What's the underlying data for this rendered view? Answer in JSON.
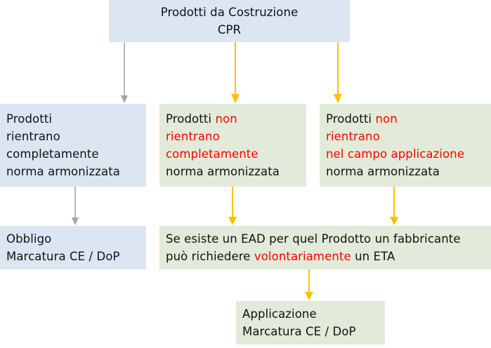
{
  "diagram": {
    "title": "Prodotti da Costruzione CPR",
    "language": "it",
    "colors": {
      "box_blue": "#dce6f2",
      "box_green": "#e2ebd9",
      "arrow_orange": "#ffc000",
      "arrow_gray": "#a6a6a6",
      "text_black": "#111111",
      "text_red": "#ff0000"
    }
  },
  "nodes": {
    "root": {
      "line1": "Prodotti da Costruzione",
      "line2": "CPR"
    },
    "harmonized": {
      "line1": "Prodotti",
      "line2": "rientrano",
      "line3": "completamente",
      "line4": "norma armonizzata"
    },
    "not_fully": {
      "line1_black": "Prodotti",
      "line1_red": "non",
      "line2_red": "rientrano",
      "line3_red": "completamente",
      "line4_black": "norma armonizzata"
    },
    "out_of_scope": {
      "line1_black": "Prodotti",
      "line1_red": "non",
      "line2_red": "rientrano",
      "line3_red": "nel campo applicazione",
      "line4_black": "norma armonizzata"
    },
    "obligation": {
      "line1": "Obbligo",
      "line2": "Marcatura CE / DoP"
    },
    "ead_eta": {
      "line1": "Se esiste un EAD per quel Prodotto un fabbricante",
      "line2_a": "può richiedere",
      "line2_red": "volontariamente",
      "line2_b": "un ETA"
    },
    "application": {
      "line1": "Applicazione",
      "line2": "Marcatura CE / DoP"
    }
  },
  "arrows": [
    {
      "name": "root-to-harmonized",
      "color": "#a6a6a6"
    },
    {
      "name": "root-to-not-fully",
      "color": "#ffc000"
    },
    {
      "name": "root-to-out-of-scope",
      "color": "#ffc000"
    },
    {
      "name": "harmonized-to-obligation",
      "color": "#a6a6a6"
    },
    {
      "name": "not-fully-to-ead",
      "color": "#ffc000"
    },
    {
      "name": "out-of-scope-to-ead",
      "color": "#ffc000"
    },
    {
      "name": "ead-to-application",
      "color": "#ffc000"
    }
  ]
}
